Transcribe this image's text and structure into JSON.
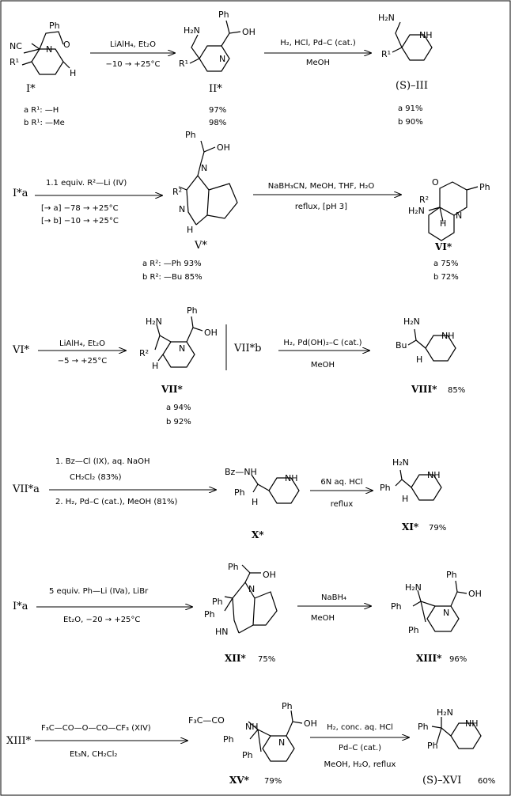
{
  "steps": [
    {
      "start": "I*",
      "start_substituents": [
        "a R¹: —H",
        "b R¹: —Me"
      ],
      "arrows": [
        {
          "above": [
            "LiAlH₄, Et₂O"
          ],
          "below": [
            "−10 → +25°C"
          ]
        },
        {
          "above": [
            "H₂, HCl, Pd–C (cat.)"
          ],
          "below": [
            "MeOH"
          ]
        }
      ],
      "products": [
        {
          "label": "II*",
          "yields": [
            "97%",
            "98%"
          ]
        },
        {
          "label": "(S)–III",
          "yields": [
            "a 91%",
            "b 90%"
          ]
        }
      ]
    },
    {
      "start": "I*a",
      "arrows": [
        {
          "above": [
            "1.1 equiv. R²—Li (IV)"
          ],
          "below": [
            "[→ a] −78 → +25°C",
            "[→ b] −10 → +25°C"
          ]
        },
        {
          "above": [
            "NaBH₃CN, MeOH, THF, H₂O"
          ],
          "below": [
            "reflux, [pH 3]"
          ]
        }
      ],
      "products": [
        {
          "label": "V*",
          "yields": [
            "a R²: —Ph 93%",
            "b R²: —Bu 85%"
          ]
        },
        {
          "label": "VI*",
          "yields": [
            "a 75%",
            "b 72%"
          ]
        }
      ]
    },
    {
      "start": "VI*",
      "arrows": [
        {
          "above": [
            "LiAlH₄, Et₂O"
          ],
          "below": [
            "−5 → +25°C"
          ]
        },
        {
          "above": [
            "H₂, Pd(OH)₂–C (cat.)"
          ],
          "below": [
            "MeOH"
          ]
        }
      ],
      "mid_start": "VII*b",
      "products": [
        {
          "label": "VII*",
          "yields": [
            "a 94%",
            "b 92%"
          ]
        },
        {
          "label": "VIII*",
          "yields": [
            "85%"
          ]
        }
      ]
    },
    {
      "start": "VII*a",
      "arrows": [
        {
          "above": [
            "1. Bz—Cl (IX), aq. NaOH",
            "CH₂Cl₂ (83%)"
          ],
          "below": [
            "2. H₂, Pd–C (cat.), MeOH (81%)"
          ]
        },
        {
          "above": [
            "6N aq. HCl"
          ],
          "below": [
            "reflux"
          ]
        }
      ],
      "products": [
        {
          "label": "X*",
          "yields": []
        },
        {
          "label": "XI*",
          "yields": [
            "79%"
          ]
        }
      ]
    },
    {
      "start": "I*a",
      "arrows": [
        {
          "above": [
            "5 equiv. Ph—Li (IVa), LiBr"
          ],
          "below": [
            "Et₂O, −20 → +25°C"
          ]
        },
        {
          "above": [
            "NaBH₄"
          ],
          "below": [
            "MeOH"
          ]
        }
      ],
      "products": [
        {
          "label": "XII*",
          "yields": [
            "75%"
          ]
        },
        {
          "label": "XIII*",
          "yields": [
            "96%"
          ]
        }
      ]
    },
    {
      "start": "XIII*",
      "arrows": [
        {
          "above": [
            "F₃C—CO—O—CO—CF₃ (XIV)"
          ],
          "below": [
            "Et₃N, CH₂Cl₂"
          ]
        },
        {
          "above": [
            "H₂, conc. aq. HCl"
          ],
          "below": [
            "Pd–C (cat.)",
            "MeOH, H₂O, reflux"
          ]
        }
      ],
      "products": [
        {
          "label": "XV*",
          "yields": [
            "79%"
          ]
        },
        {
          "label": "(S)–XVI",
          "yields": [
            "60%"
          ]
        }
      ]
    }
  ],
  "atoms": {
    "Ph": "Ph",
    "OH": "OH",
    "NC": "NC",
    "N": "N",
    "O": "O",
    "H": "H",
    "H2N": "H₂N",
    "NH": "NH",
    "HN": "HN",
    "R1": "R¹",
    "R2": "R²",
    "Bu": "Bu",
    "BzNH": "Bz—NH",
    "F3C": "F₃C—CO"
  }
}
